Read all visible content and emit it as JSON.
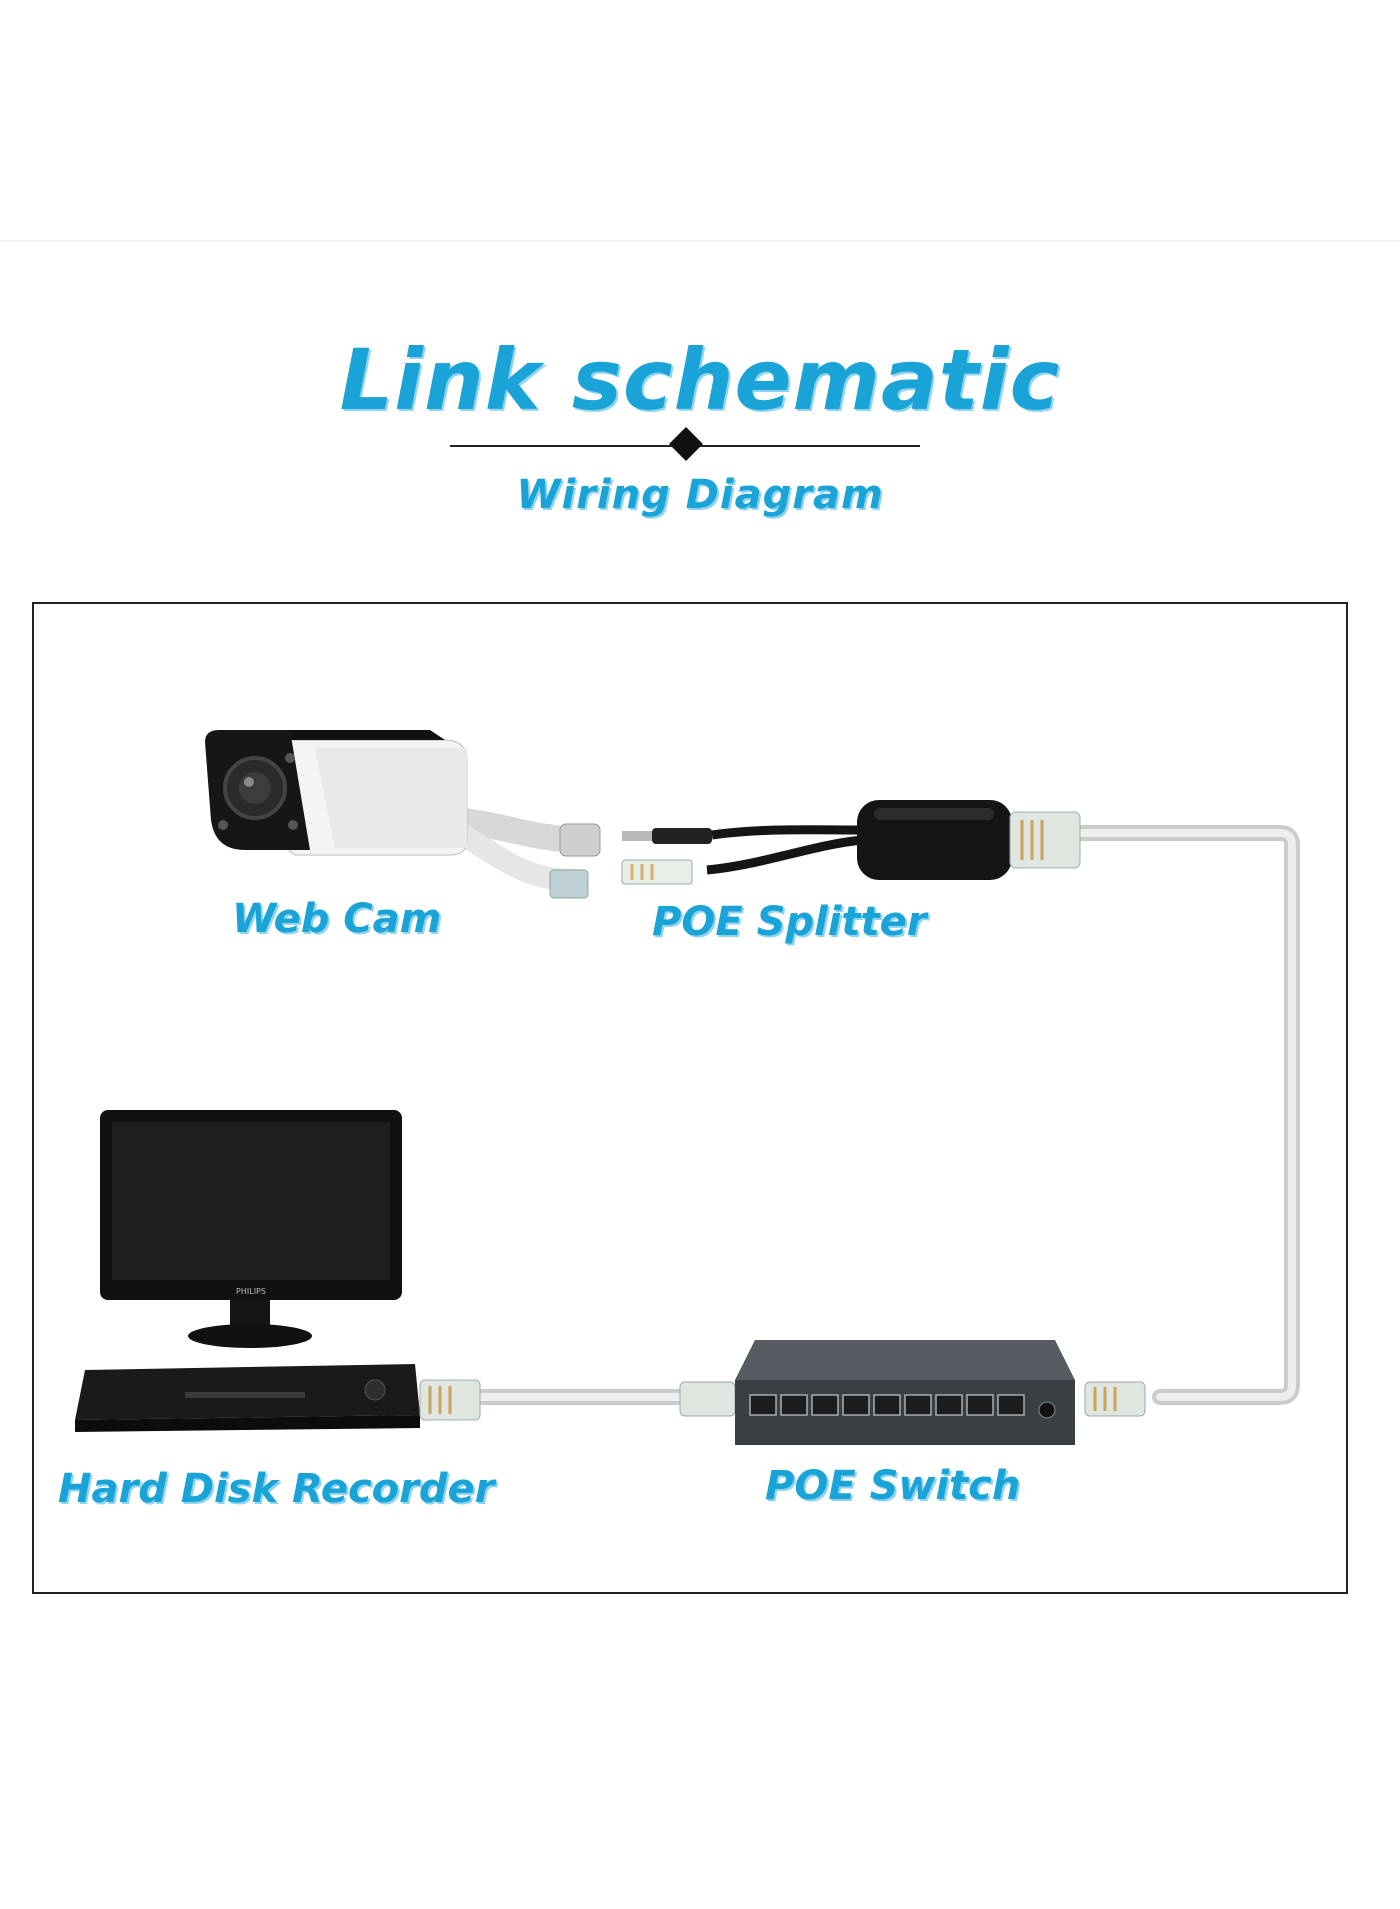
{
  "header": {
    "title": "Link schematic",
    "subtitle": "Wiring Diagram"
  },
  "labels": {
    "web_cam": "Web Cam",
    "poe_splitter": "POE Splitter",
    "hard_disk_recorder": "Hard Disk Recorder",
    "poe_switch": "POE Switch"
  },
  "monitor_brand": "PHILIPS",
  "colors": {
    "accent": "#1aa3d6",
    "cable": "#d4d6d6",
    "device_dark": "#1c1c1c",
    "switch_body": "#3a3f44"
  },
  "icons": [
    "camera-icon",
    "poe-splitter-icon",
    "monitor-icon",
    "dvr-icon",
    "network-switch-icon",
    "rj45-connector-icon"
  ]
}
